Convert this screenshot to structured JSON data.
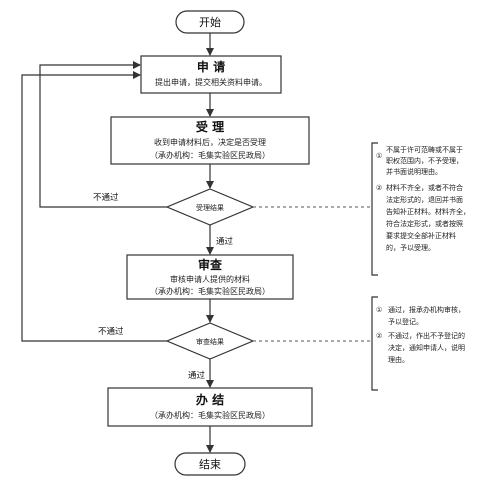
{
  "start": {
    "label": "开始"
  },
  "apply": {
    "title": "申 请",
    "desc": "提出申请，提交相关资料申请。"
  },
  "accept": {
    "title": "受 理",
    "desc": "收到申请材料后，决定是否受理",
    "org": "（承办机构：毛集实验区民政局）"
  },
  "decision1": {
    "label": "受理结果",
    "fail_label": "不通过",
    "pass_label": "通过"
  },
  "note1": {
    "item1": {
      "num": "①",
      "lines": [
        "不属于许可范畴或不属于",
        "职权范围内，不予受理，",
        "并书面说明理由。"
      ]
    },
    "item2": {
      "num": "②",
      "lines": [
        "材料不齐全，或者不符合",
        "法定形式的，退回并书面",
        "告知补正材料。材料齐全，",
        "符合法定形式，或者按照",
        "要求提交全部补正材料",
        "的，予以受理。"
      ]
    }
  },
  "review": {
    "title": "审查",
    "desc": "审核申请人提供的材料",
    "org": "（承办机构：毛集实验区民政局）"
  },
  "decision2": {
    "label": "审查结果",
    "fail_label": "不通过",
    "pass_label": "通过"
  },
  "note2": {
    "item1": {
      "num": "①",
      "lines": [
        "通过，报承办机构审核，",
        "予以登记。"
      ]
    },
    "item2": {
      "num": "②",
      "lines": [
        "不通过，作出不予登记的",
        "决定，通知申请人，说明",
        "理由。"
      ]
    }
  },
  "finish": {
    "title": "办 结",
    "org": "（承办机构：毛集实验区民政局）"
  },
  "end": {
    "label": "结束"
  }
}
